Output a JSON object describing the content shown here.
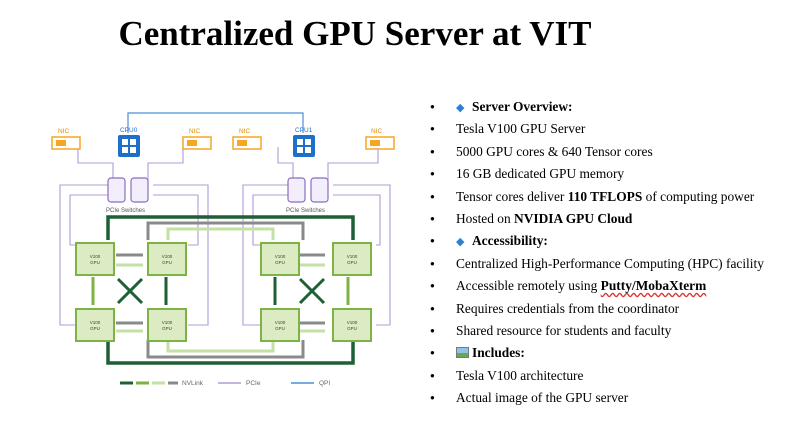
{
  "title": "Centralized GPU Server at VIT",
  "diagram": {
    "nic": "NIC",
    "cpu0": "CPU0",
    "cpu1": "CPU1",
    "pcie_switches": "PCIe Switches",
    "gpu_top": "V100",
    "gpu_bottom": "GPU",
    "legend": {
      "nvlink": "NVLink",
      "pcie": "PCIe",
      "qpi": "QPI"
    },
    "colors": {
      "dark_green": "#1e5f36",
      "mid_green": "#7cb342",
      "light_green": "#c5e0a5",
      "purple": "#b19cd9",
      "blue": "#4a90d9",
      "gray": "#8a8a8a",
      "orange": "#f5a623"
    }
  },
  "bullets": [
    {
      "marker": "diamond",
      "bold_text": "Server Overview:"
    },
    {
      "text": "Tesla V100 GPU Server"
    },
    {
      "text": "5000 GPU cores & 640 Tensor cores"
    },
    {
      "text": "16 GB dedicated GPU memory"
    },
    {
      "text": "Tensor cores deliver ",
      "bold_text": "110 TFLOPS",
      "tail": " of computing power"
    },
    {
      "text": "Hosted on ",
      "bold_text": "NVIDIA GPU Cloud"
    },
    {
      "marker": "diamond",
      "bold_text": "Accessibility:"
    },
    {
      "text": "Centralized High-Performance Computing (HPC) facility"
    },
    {
      "text": "Accessible remotely using ",
      "bold_text": "Putty/MobaXterm"
    },
    {
      "text": "Requires credentials from the coordinator"
    },
    {
      "text": "Shared resource for students and faculty"
    },
    {
      "marker": "picture",
      "bold_text": "Includes:"
    },
    {
      "text": "Tesla V100 architecture"
    },
    {
      "text": "Actual image of the GPU server"
    }
  ]
}
